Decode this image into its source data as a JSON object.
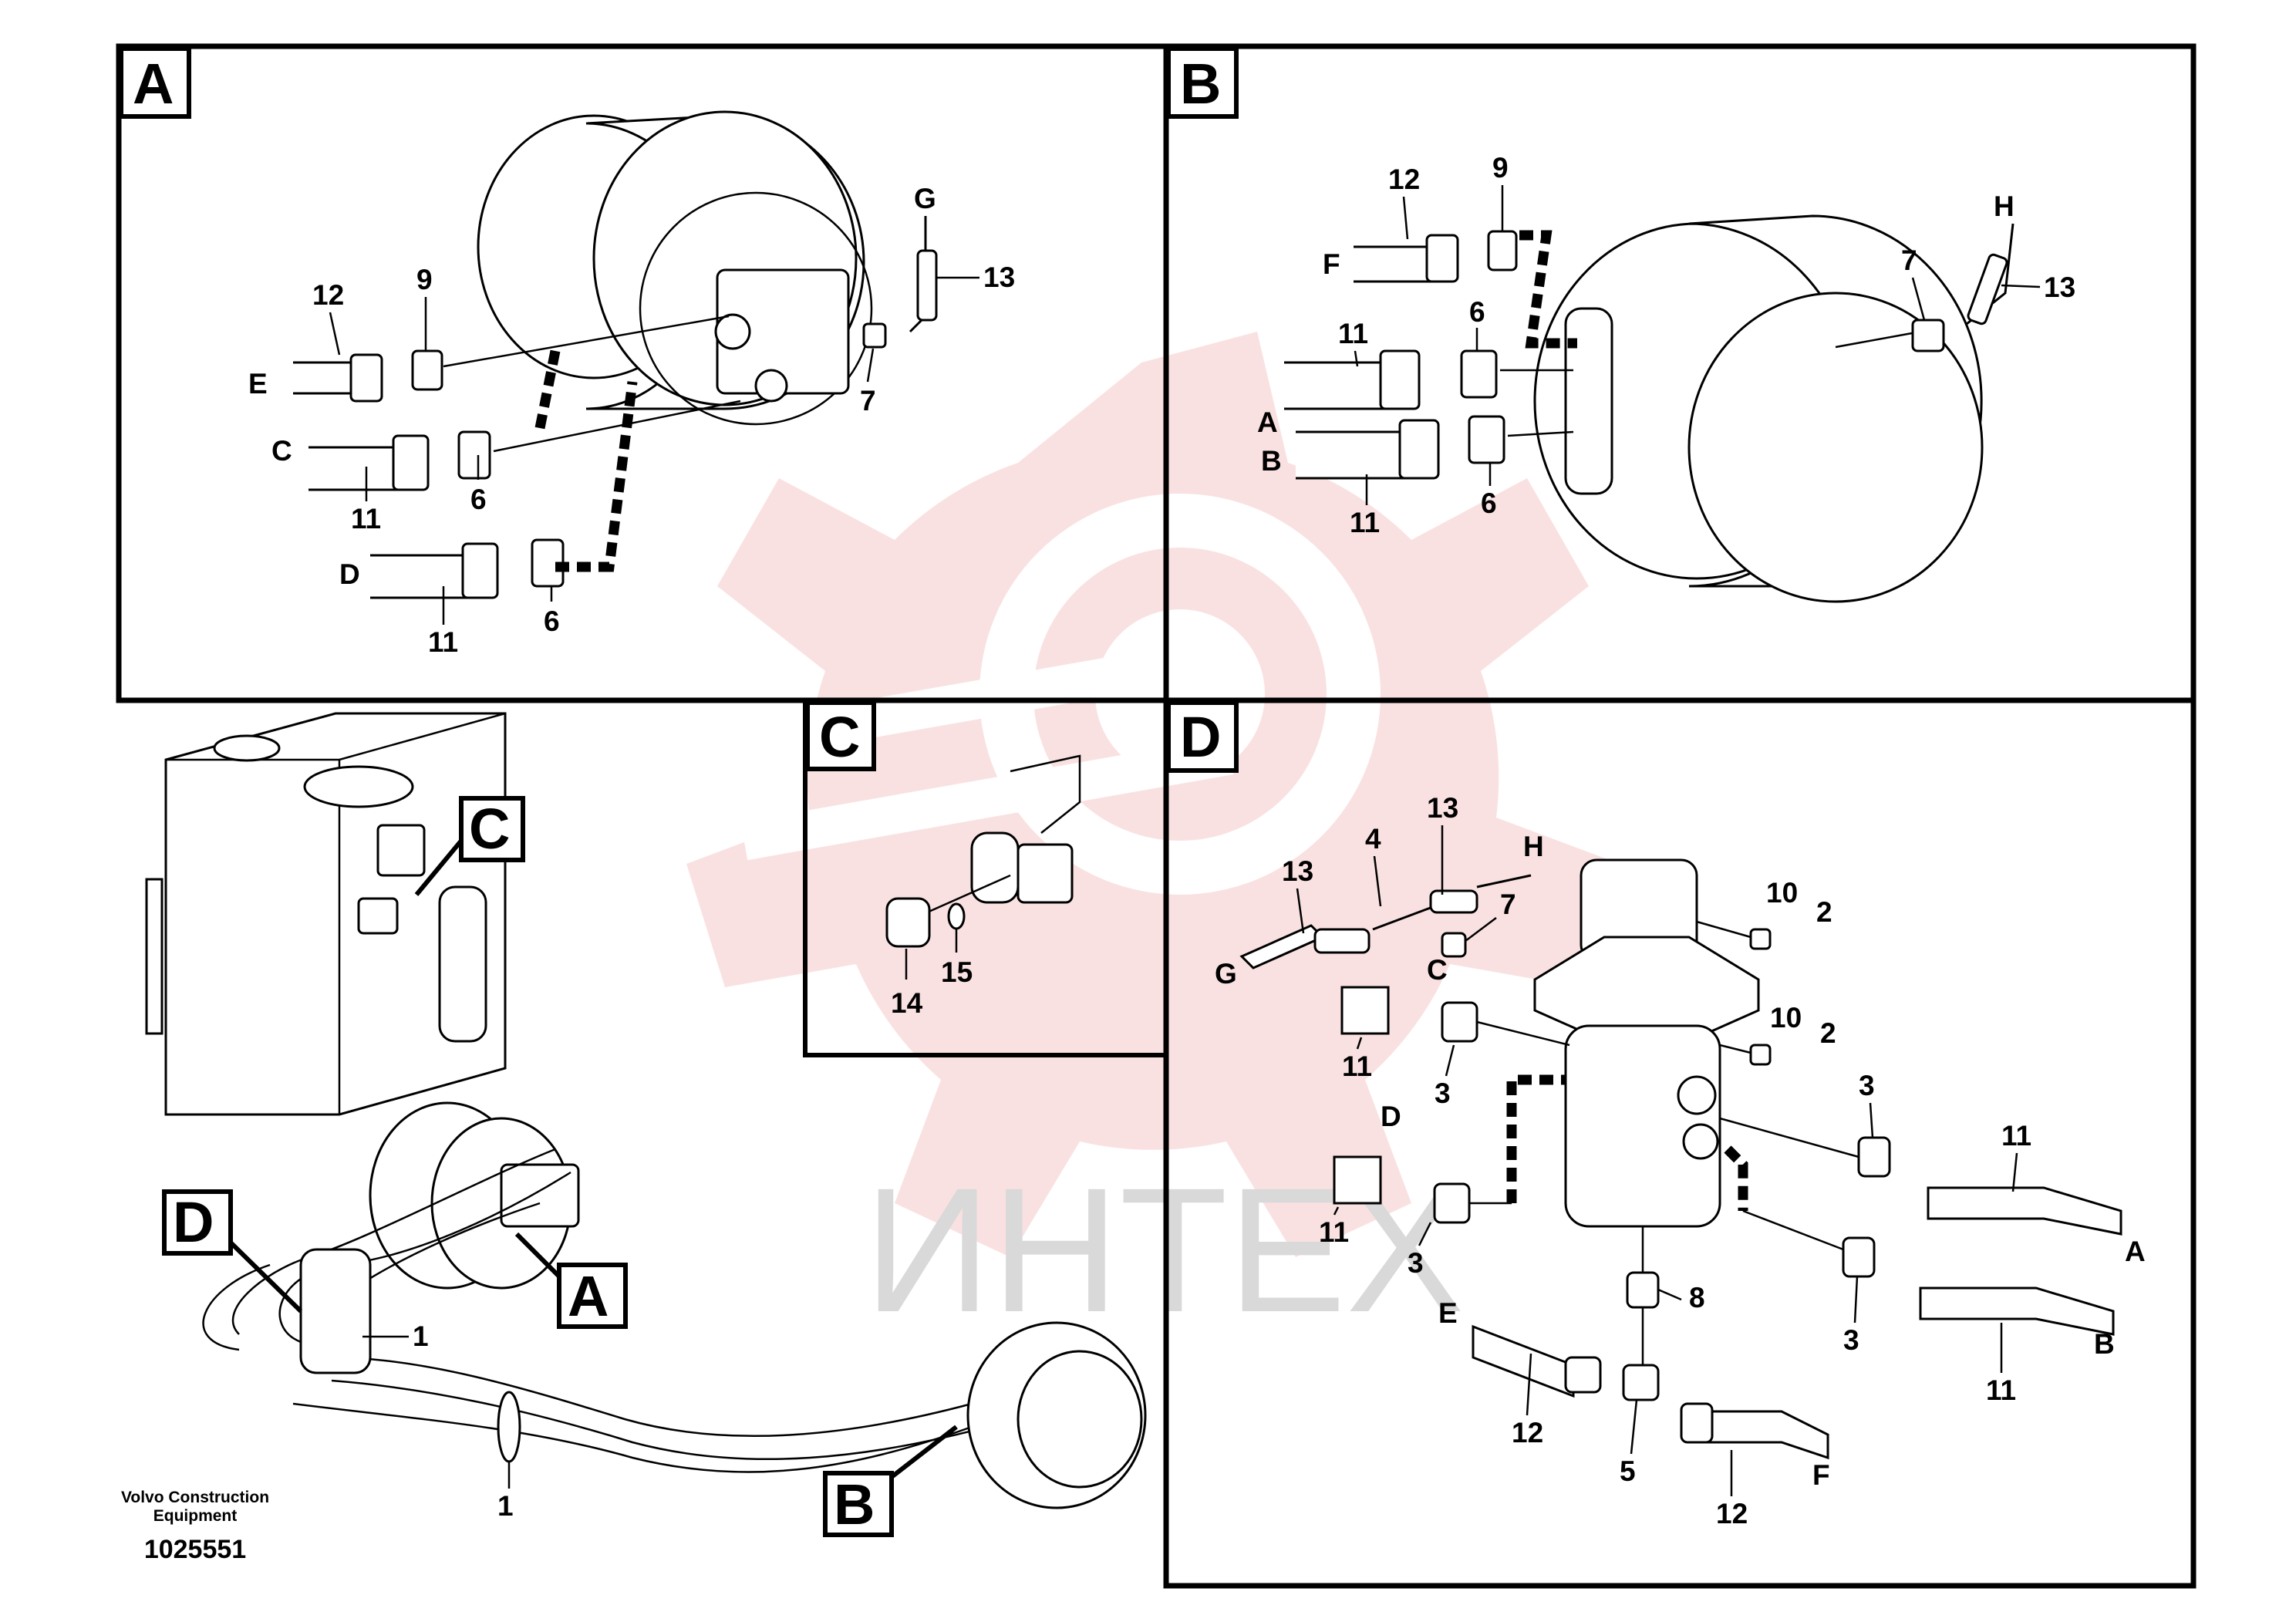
{
  "panels": {
    "A": {
      "caption": "A",
      "labels": [
        "12",
        "9",
        "E",
        "C",
        "11",
        "6",
        "D",
        "11",
        "6",
        "G",
        "13",
        "7"
      ]
    },
    "B": {
      "caption": "B",
      "labels": [
        "12",
        "9",
        "F",
        "11",
        "6",
        "A",
        "B",
        "11",
        "6",
        "H",
        "7",
        "13"
      ]
    },
    "C": {
      "caption": "C",
      "labels": [
        "14",
        "15"
      ]
    },
    "D": {
      "caption": "D",
      "labels": [
        "13",
        "4",
        "13",
        "H",
        "G",
        "7",
        "10",
        "2",
        "C",
        "11",
        "3",
        "10",
        "2",
        "D",
        "11",
        "3",
        "3",
        "11",
        "A",
        "8",
        "3",
        "11",
        "B",
        "E",
        "12",
        "5",
        "12",
        "F"
      ]
    }
  },
  "overview": {
    "callouts": [
      "C",
      "D",
      "A",
      "B"
    ],
    "labels": [
      "1",
      "1"
    ]
  },
  "footer": {
    "maker": "Volvo Construction",
    "maker2": "Equipment",
    "code": "1025551"
  },
  "watermark": {
    "text": "ИНТЕХ",
    "color": "#f3b7b7"
  },
  "colors": {
    "ink": "#000000",
    "background": "#ffffff"
  }
}
